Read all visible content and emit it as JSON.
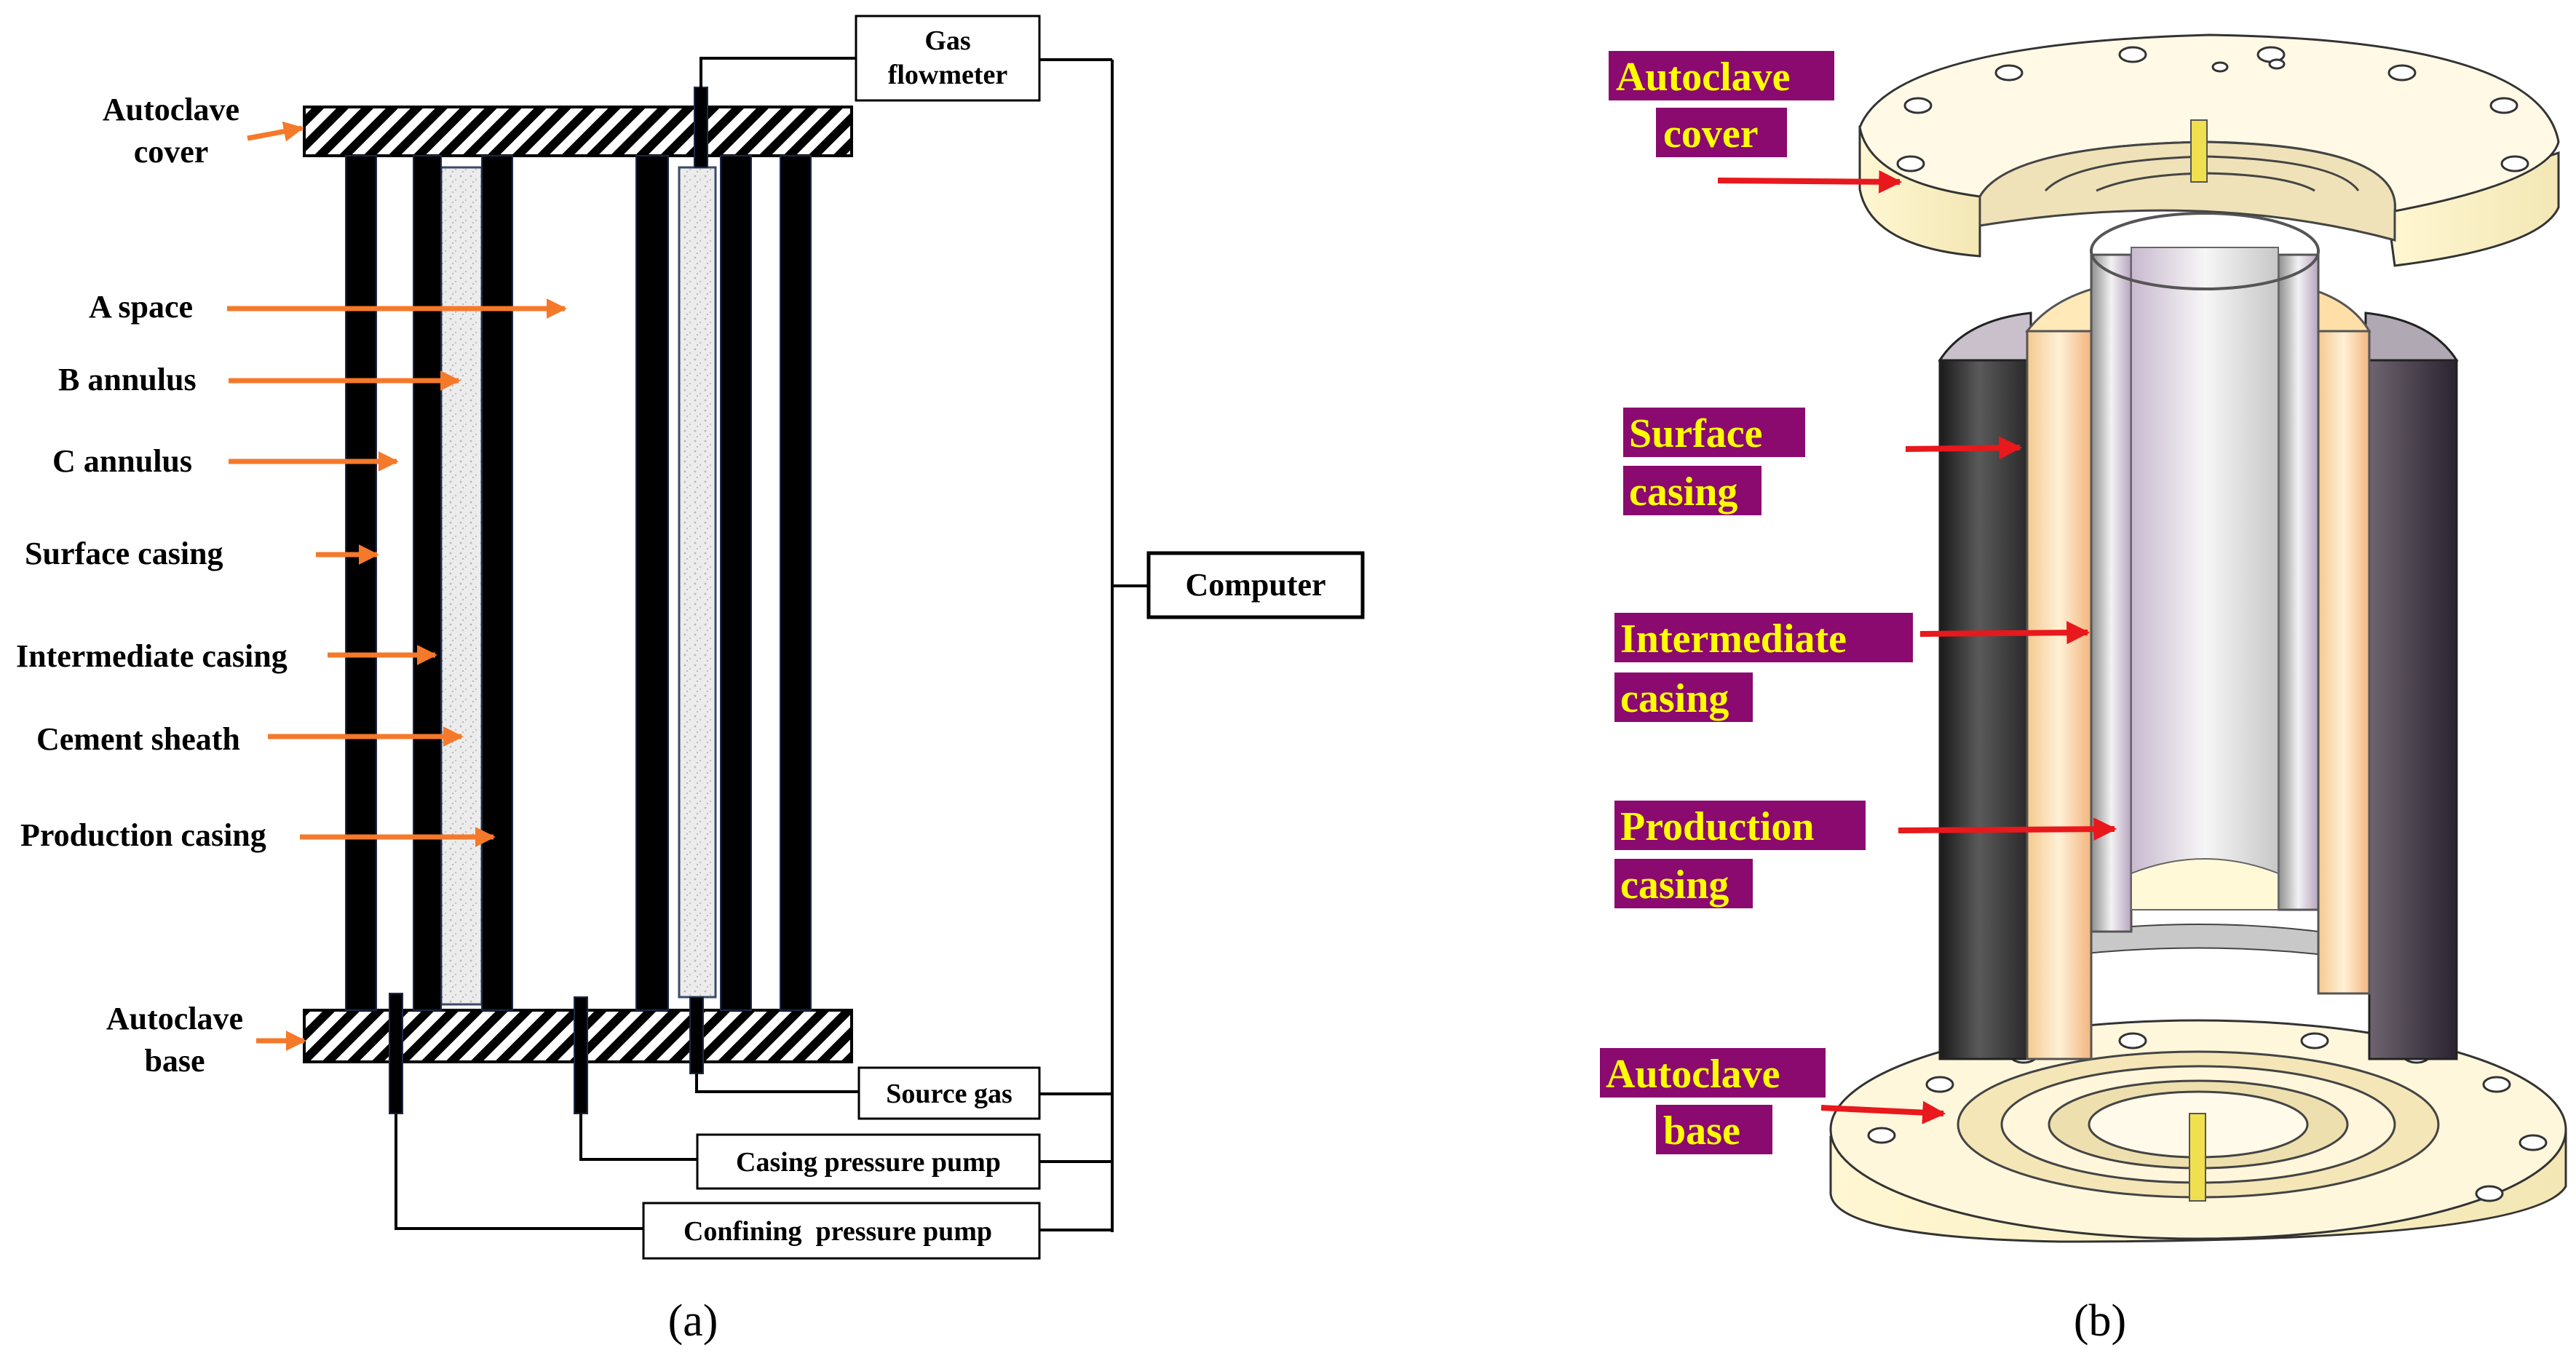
{
  "panel_a": {
    "caption": "(a)",
    "labels": {
      "cover_line1": "Autoclave",
      "cover_line2": "cover",
      "a_space": "A space",
      "b_annulus": "B annulus",
      "c_annulus": "C annulus",
      "surface_casing": "Surface casing",
      "intermediate_casing": "Intermediate casing",
      "cement_sheath": "Cement sheath",
      "production_casing": "Production casing",
      "base_line1": "Autoclave",
      "base_line2": "base"
    },
    "boxes": {
      "gas_flowmeter_line1": "Gas",
      "gas_flowmeter_line2": "flowmeter",
      "computer": "Computer",
      "source_gas": "Source gas",
      "casing_pump": "Casing pressure pump",
      "confining_pump": "Confining  pressure pump"
    },
    "arrow_color": "#f4792a"
  },
  "panel_b": {
    "caption": "(b)",
    "tags": {
      "cover_line1": "Autoclave",
      "cover_line2": "cover",
      "surface_line1": "Surface",
      "surface_line2": "casing",
      "intermediate_line1": "Intermediate",
      "intermediate_line2": "casing",
      "production_line1": "Production",
      "production_line2": "casing",
      "base_line1": "Autoclave",
      "base_line2": "base"
    },
    "tag_bg_color": "#8b0a6f",
    "tag_text_color": "#ffff00",
    "arrow_color": "#e8181c"
  }
}
